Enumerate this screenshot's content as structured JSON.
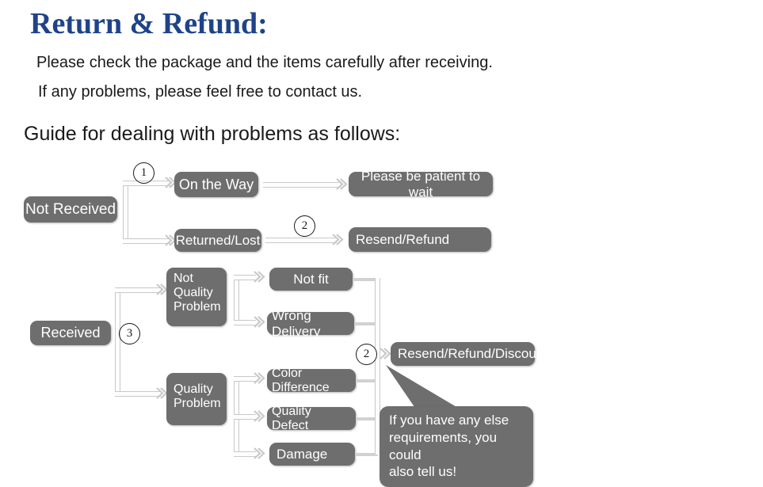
{
  "header": {
    "title": "Return & Refund:",
    "title_color": "#1f4389",
    "line1": "Please check the package and the items carefully after receiving.",
    "line2": "If any problems, please feel free to contact us.",
    "guide": "Guide for dealing with problems as follows:"
  },
  "theme": {
    "box_fill": "#6e6e6e",
    "box_text": "#ffffff",
    "connector": "#c9c9c9",
    "page_bg": "#ffffff"
  },
  "flow": {
    "nodes": {
      "not_received": "Not Received",
      "on_the_way": "On the Way",
      "returned_lost": "Returned/Lost",
      "be_patient": "Please be patient to wait",
      "resend_refund": "Resend/Refund",
      "received": "Received",
      "not_quality_problem": "Not\nQuality\nProblem",
      "not_quality_problem_lines": [
        "Not",
        "Quality",
        "Problem"
      ],
      "quality_problem": "Quality\nProblem",
      "quality_problem_lines": [
        "Quality",
        "Problem"
      ],
      "not_fit": "Not fit",
      "wrong_delivery": "Wrong Delivery",
      "color_difference": "Color Difference",
      "quality_defect": "Quality Defect",
      "damage": "Damage",
      "resend_refund_discount": "Resend/Refund/Discount"
    },
    "markers": {
      "one": "①",
      "one_plain": "1",
      "two_top": "2",
      "two_bottom": "2",
      "three": "3"
    },
    "callout": {
      "line1": "If you have any else",
      "line2": "requirements, you could",
      "line3": "also tell us!"
    }
  }
}
